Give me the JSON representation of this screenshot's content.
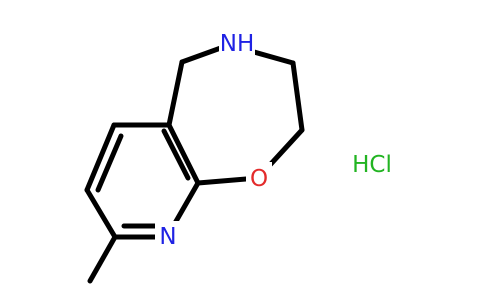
{
  "colors": {
    "bond": "#000000",
    "nitrogen": "#1f22e4",
    "oxygen": "#e32b2b",
    "salt": "#22b422",
    "background": "#ffffff"
  },
  "atoms": {
    "amine_n": {
      "symbol": "NH",
      "element": "nitrogen"
    },
    "ether_o": {
      "symbol": "O",
      "element": "oxygen"
    },
    "pyridine_n": {
      "symbol": "N",
      "element": "nitrogen"
    }
  },
  "salt": {
    "label": "HCl"
  }
}
